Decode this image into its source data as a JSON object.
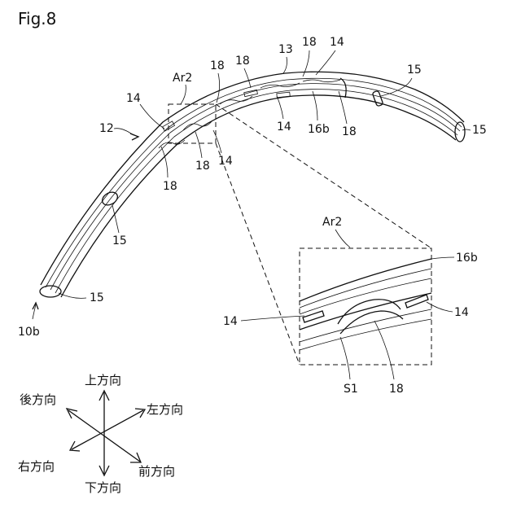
{
  "figure": {
    "title": "Fig.8",
    "labels": {
      "ref_10b": "10b",
      "ref_12": "12",
      "ref_13": "13",
      "ref_14": "14",
      "ref_15": "15",
      "ref_16b": "16b",
      "ref_18": "18",
      "ref_Ar2": "Ar2",
      "ref_S1": "S1"
    },
    "directions": {
      "up": "上方向",
      "down": "下方向",
      "left": "左方向",
      "right": "右方向",
      "front": "前方向",
      "back": "後方向"
    }
  }
}
